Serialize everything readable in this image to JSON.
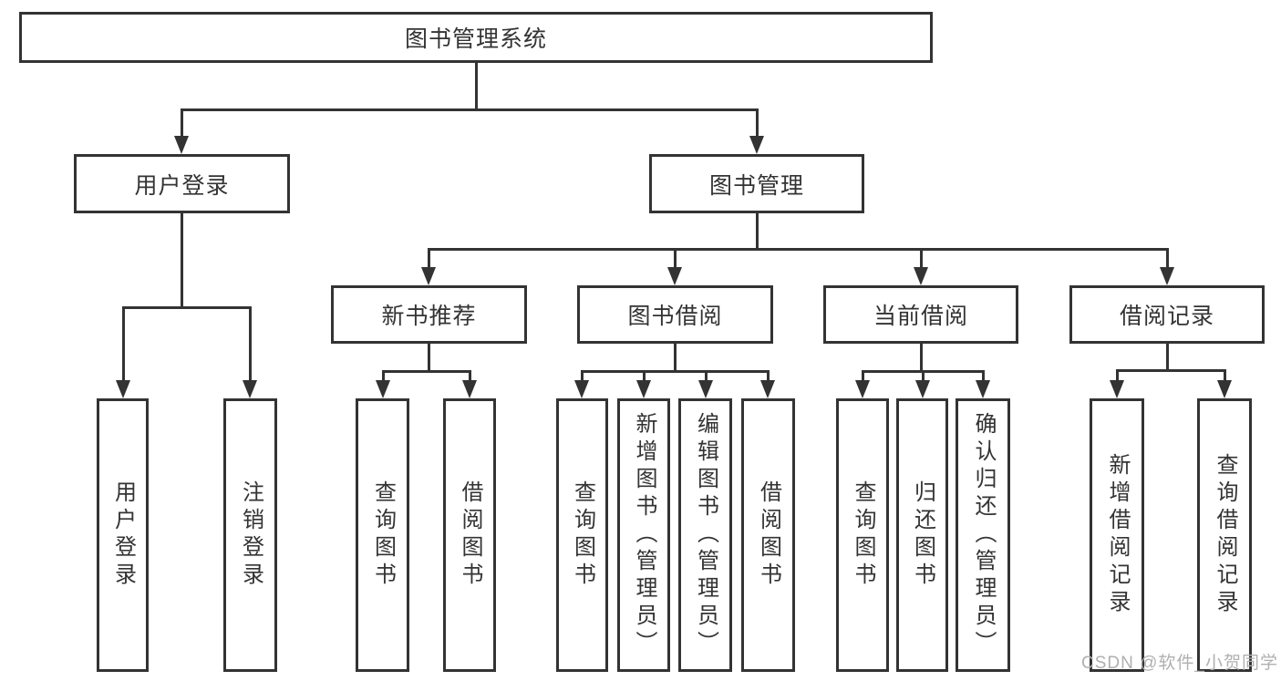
{
  "diagram": {
    "title": "图书管理系统",
    "watermark": "CSDN @软件_小贺同学",
    "colors": {
      "line": "#333333",
      "box_border": "#333333",
      "text": "#333333",
      "background": "#ffffff",
      "watermark": "#b0b0b0"
    },
    "nodes": {
      "system": {
        "label": "图书管理系统"
      },
      "user_login": {
        "label": "用户登录",
        "parent": "图书管理系统"
      },
      "book_management": {
        "label": "图书管理",
        "parent": "图书管理系统"
      },
      "new_book_recommend": {
        "label": "新书推荐",
        "parent": "图书管理"
      },
      "book_borrow": {
        "label": "图书借阅",
        "parent": "图书管理"
      },
      "current_borrow": {
        "label": "当前借阅",
        "parent": "图书管理"
      },
      "borrow_record": {
        "label": "借阅记录",
        "parent": "图书管理"
      },
      "leaf_user_login": {
        "label": "用户登录",
        "parent": "用户登录"
      },
      "leaf_logout": {
        "label": "注销登录",
        "parent": "用户登录"
      },
      "nbr_query_book": {
        "label": "查询图书",
        "parent": "新书推荐"
      },
      "nbr_borrow_book": {
        "label": "借阅图书",
        "parent": "新书推荐"
      },
      "bb_query_book": {
        "label": "查询图书",
        "parent": "图书借阅"
      },
      "bb_add_book": {
        "label": "新增图书（管理员）",
        "parent": "图书借阅"
      },
      "bb_edit_book": {
        "label": "编辑图书（管理员）",
        "parent": "图书借阅"
      },
      "bb_borrow_book": {
        "label": "借阅图书",
        "parent": "图书借阅"
      },
      "cb_query_book": {
        "label": "查询图书",
        "parent": "当前借阅"
      },
      "cb_return_book": {
        "label": "归还图书",
        "parent": "当前借阅"
      },
      "cb_confirm_return": {
        "label": "确认归还（管理员）",
        "parent": "当前借阅"
      },
      "br_add_record": {
        "label": "新增借阅记录",
        "parent": "借阅记录"
      },
      "br_query_record": {
        "label": "查询借阅记录",
        "parent": "借阅记录"
      }
    }
  }
}
